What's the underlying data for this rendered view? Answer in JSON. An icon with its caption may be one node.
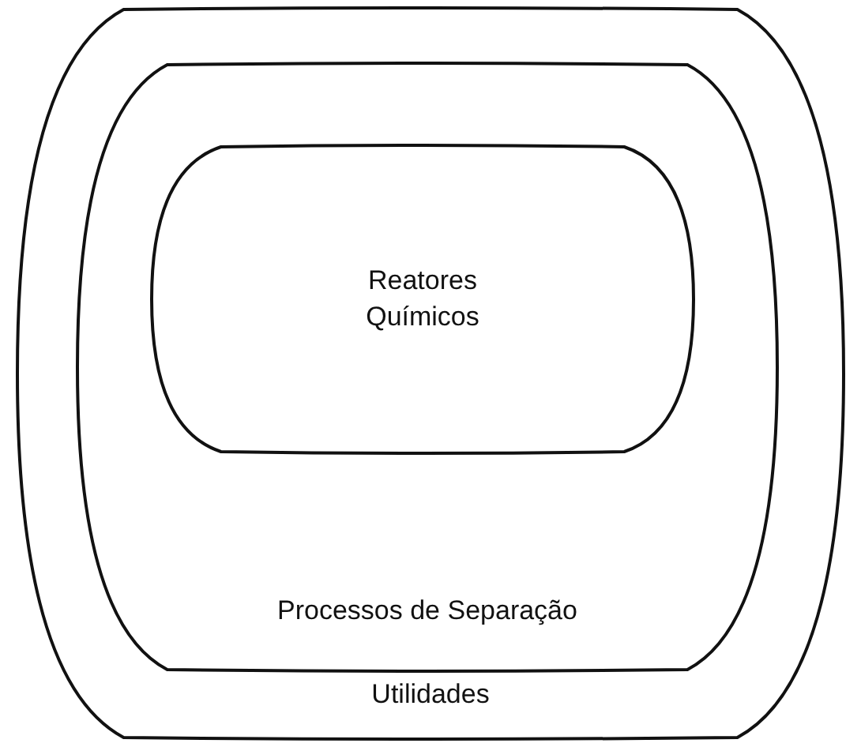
{
  "diagram": {
    "nodes": [
      {
        "text": [
          "Utilidades"
        ]
      },
      {
        "text": [
          "Processos de Separação"
        ],
        "in": 0
      },
      {
        "text": [
          "Reatores Químicos"
        ],
        "in": 1
      }
    ]
  }
}
